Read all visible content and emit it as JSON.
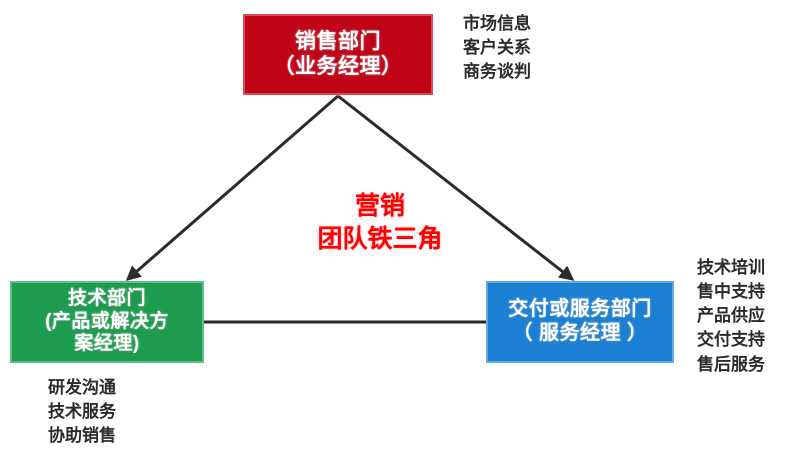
{
  "diagram": {
    "center_title": {
      "lines": [
        "营销",
        "团队铁三角"
      ],
      "color": "#FF0000"
    },
    "nodes": [
      {
        "id": "sales",
        "lines": [
          "销售部门",
          "（业务经理）"
        ],
        "color": "#C00418",
        "border_color": "#DA4A5C"
      },
      {
        "id": "tech",
        "lines": [
          "技术部门",
          "(产品或解决方",
          "案经理)"
        ],
        "color": "#1D9B4E",
        "border_color": "#5FC086"
      },
      {
        "id": "delivery",
        "lines": [
          "交付或服务部门",
          "（ 服务经理 ）"
        ],
        "color": "#1B7FD4",
        "border_color": "#63A9E2"
      }
    ],
    "annotations": [
      {
        "id": "sales",
        "lines": [
          "市场信息",
          "客户关系",
          "商务谈判"
        ]
      },
      {
        "id": "delivery",
        "lines": [
          "技术培训",
          "售中支持",
          "产品供应",
          "交付支持",
          "售后服务"
        ]
      },
      {
        "id": "tech",
        "lines": [
          "研发沟通",
          "技术服务",
          "协助销售"
        ]
      }
    ],
    "connector_color": "#2B2B2B"
  }
}
